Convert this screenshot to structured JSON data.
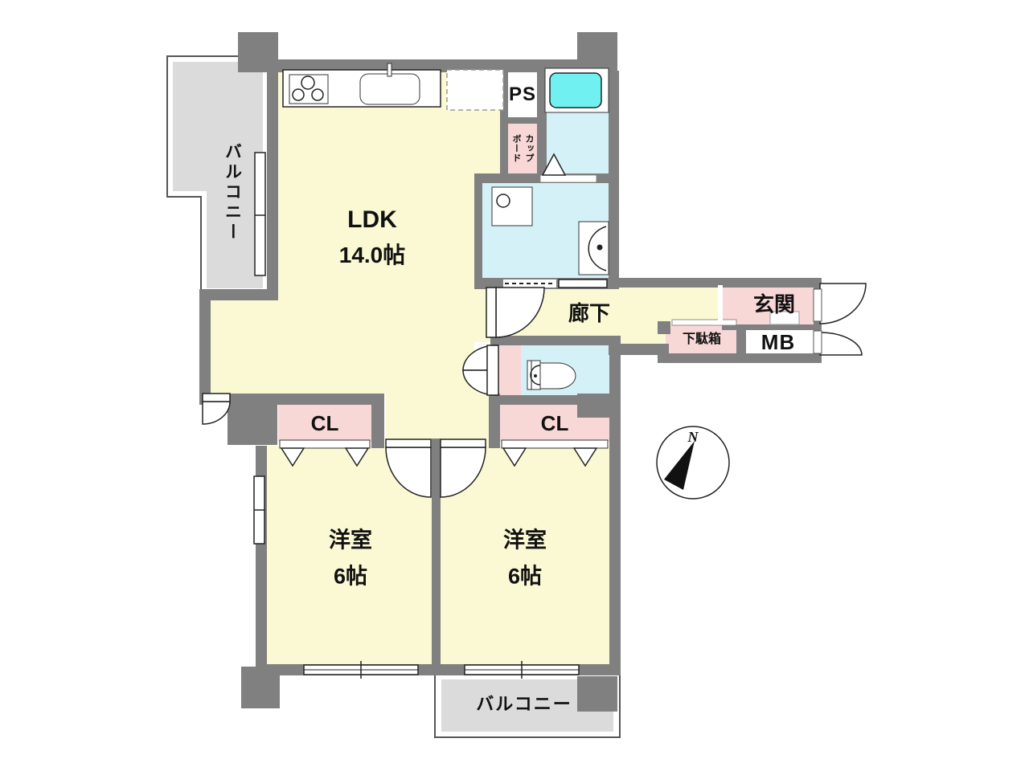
{
  "colors": {
    "wall": "#808080",
    "room_floor": "#FAF9D4",
    "closet_pink": "#F8D7D7",
    "wet_area": "#D4F1F8",
    "bathtub": "#70F0F0",
    "balcony_floor": "#DBDBDB",
    "line": "#222222"
  },
  "rooms": {
    "ldk": {
      "name": "LDK",
      "size": "14.0帖"
    },
    "bedroom_left": {
      "name": "洋室",
      "size": "6帖"
    },
    "bedroom_right": {
      "name": "洋室",
      "size": "6帖"
    },
    "hallway": {
      "name": "廊下"
    },
    "entrance": {
      "name": "玄関"
    },
    "balcony_left": {
      "name": "バルコニー"
    },
    "balcony_bottom": {
      "name": "バルコニー"
    },
    "pipe_space": {
      "name": "PS"
    },
    "meter_box": {
      "name": "MB"
    },
    "cupboard": {
      "name": "カップボード"
    },
    "shoe_cabinet": {
      "name": "下駄箱"
    },
    "closet_left": {
      "name": "CL"
    },
    "closet_right": {
      "name": "CL"
    }
  },
  "compass": {
    "north": "N"
  }
}
